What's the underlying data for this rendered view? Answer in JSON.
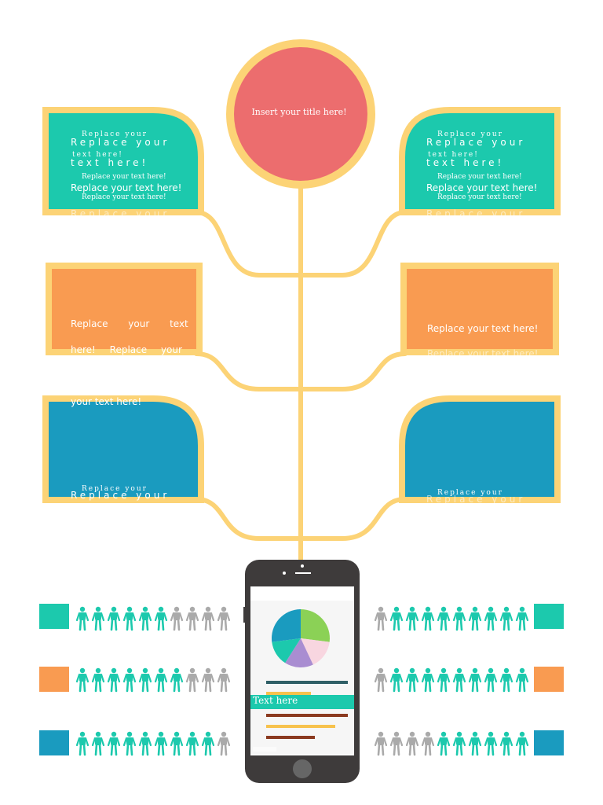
{
  "colors": {
    "teal": "#1cc9ad",
    "orange": "#f99b51",
    "blue": "#1a9bbf",
    "coral": "#ec6d6e",
    "frame": "#fcd376",
    "phone": "#3e3b3b",
    "gray_person": "#aaaaaa"
  },
  "title": "Insert your title here!",
  "boxes": {
    "teal_left": {
      "small_top": "Replace your",
      "big_top": "Replace your",
      "small_mid": "text here!",
      "big_mid": "text here!",
      "small_line": "Replace your text here!",
      "big_line": "Replace your text here!",
      "small_line2": "Replace your text here!",
      "overflow": "Replace your"
    },
    "teal_right": {
      "small_top": "Replace your",
      "big_top": "Replace your",
      "small_mid": "text here!",
      "big_mid": "text here!",
      "small_line": "Replace your text here!",
      "big_line": "Replace your text here!",
      "small_line2": "Replace your text here!",
      "overflow": "Replace your"
    },
    "orange_left": {
      "line1": "Replace your text",
      "line2": "here! Replace your",
      "line3": "your text here!"
    },
    "orange_right": {
      "line1": "Replace your text here!",
      "line2": "Replace your text here!"
    },
    "blue_left": {
      "small": "Replace your",
      "big": "Replace your"
    },
    "blue_right": {
      "small": "Replace your",
      "big": "Replace your"
    }
  },
  "phone": {
    "label": "Text here",
    "pie_slices": [
      {
        "value": 27,
        "color": "#8bd156"
      },
      {
        "value": 16,
        "color": "#f8d6e0"
      },
      {
        "value": 16,
        "color": "#a98dd1"
      },
      {
        "value": 14,
        "color": "#1cc9ad"
      },
      {
        "value": 27,
        "color": "#1a9bbf"
      }
    ],
    "bars": [
      {
        "fill": 1.0,
        "color": "#2f5f66"
      },
      {
        "fill": 0.55,
        "color": "#f7c24d"
      },
      {
        "fill": 1.0,
        "color": "#8b3a20"
      },
      {
        "fill": 0.85,
        "color": "#f7c24d"
      },
      {
        "fill": 0.6,
        "color": "#8b3a20"
      }
    ]
  },
  "people_rows": [
    {
      "side": "left",
      "color": "#1cc9ad",
      "filled": 6,
      "total": 10
    },
    {
      "side": "left",
      "color": "#1cc9ad",
      "filled": 7,
      "total": 10
    },
    {
      "side": "left",
      "color": "#1cc9ad",
      "filled": 9,
      "total": 10
    },
    {
      "side": "right",
      "color": "#1cc9ad",
      "filled": 9,
      "total": 10
    },
    {
      "side": "right",
      "color": "#1cc9ad",
      "filled": 9,
      "total": 10
    },
    {
      "side": "right",
      "color": "#1cc9ad",
      "filled": 6,
      "total": 10
    }
  ],
  "legend_squares": [
    {
      "side": "left",
      "color": "#1cc9ad"
    },
    {
      "side": "left",
      "color": "#f99b51"
    },
    {
      "side": "left",
      "color": "#1a9bbf"
    },
    {
      "side": "right",
      "color": "#1cc9ad"
    },
    {
      "side": "right",
      "color": "#f99b51"
    },
    {
      "side": "right",
      "color": "#1a9bbf"
    }
  ]
}
